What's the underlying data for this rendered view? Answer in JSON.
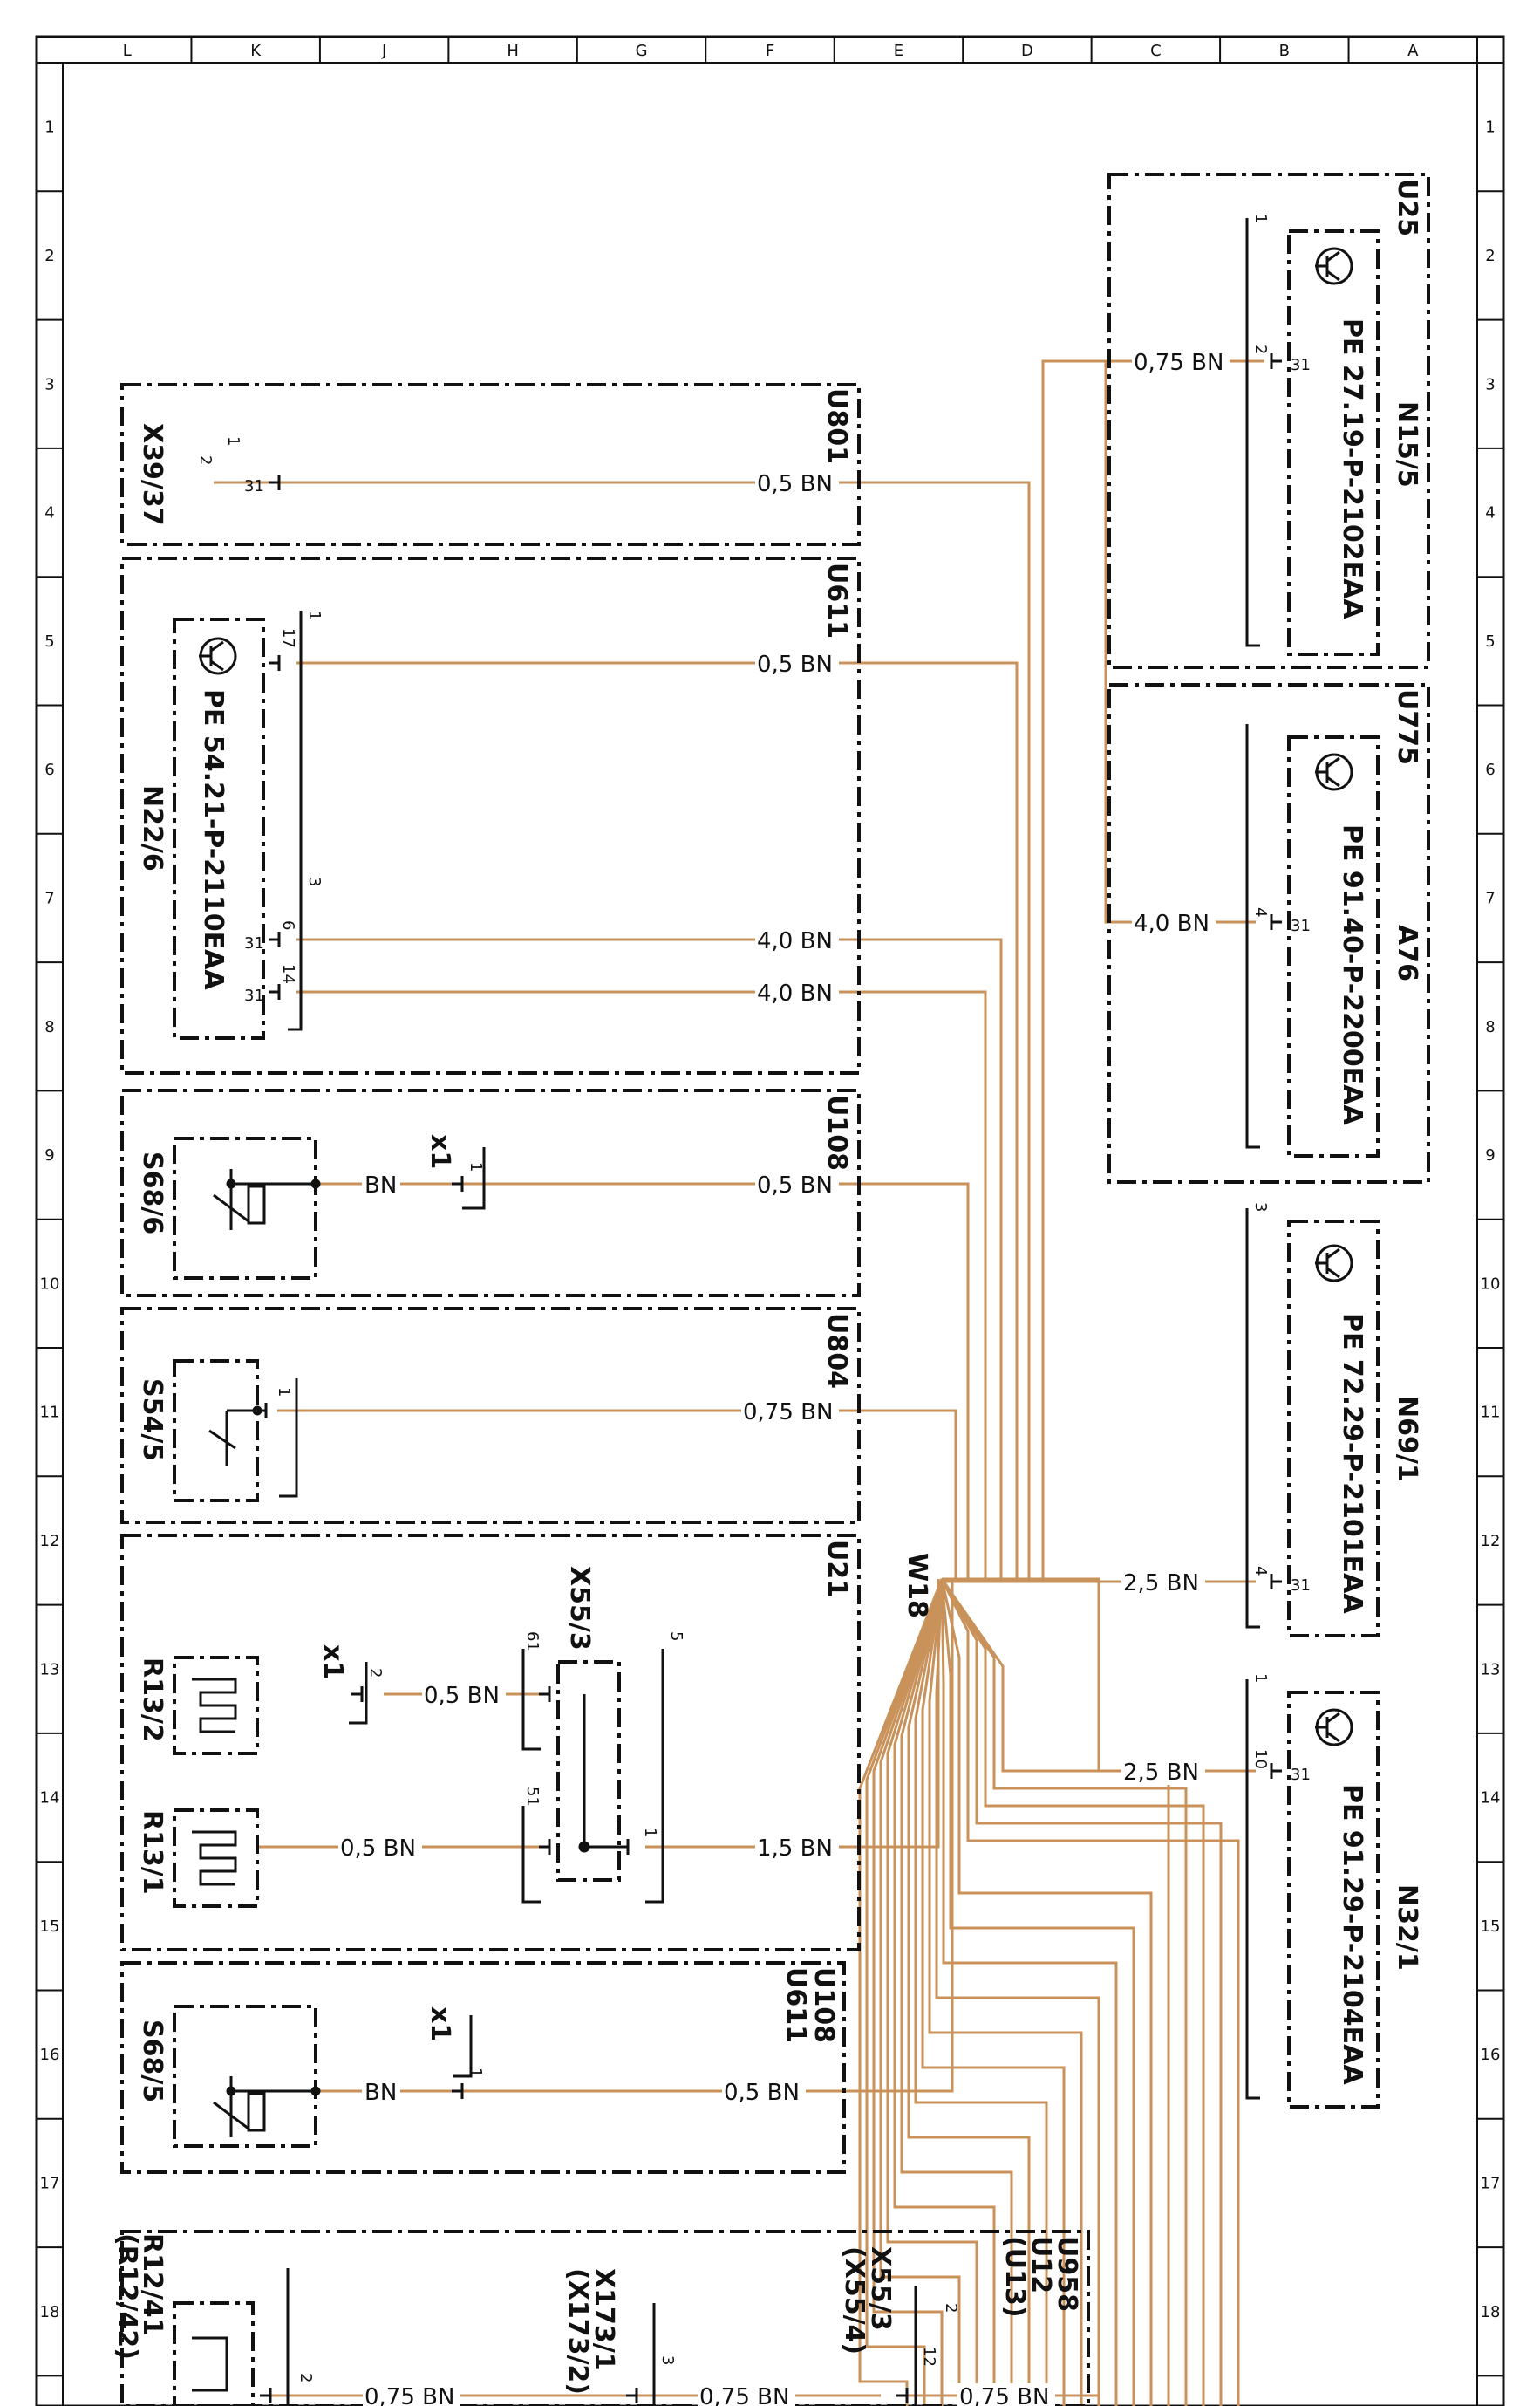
{
  "grid": {
    "columns": [
      "L",
      "K",
      "J",
      "H",
      "G",
      "F",
      "E",
      "D",
      "C",
      "B",
      "A"
    ],
    "rows": [
      "1",
      "2",
      "3",
      "4",
      "5",
      "6",
      "7",
      "8",
      "9",
      "10",
      "11",
      "12",
      "13",
      "14",
      "15",
      "16",
      "17",
      "18"
    ]
  },
  "harness": "W18",
  "blocks": {
    "U25": "U25",
    "U801": "U801",
    "U611": "U611",
    "U775": "U775",
    "U108": "U108",
    "U804": "U804",
    "U21": "U21",
    "U108_U611": [
      "U108",
      "U611"
    ],
    "U958": [
      "U958",
      "U12",
      "(U13)"
    ]
  },
  "components": {
    "N15_5": {
      "name": "N15/5",
      "ref": "PE 27.19-P-2102EAA"
    },
    "A76": {
      "name": "A76",
      "ref": "PE 91.40-P-2200EAA"
    },
    "N69_1": {
      "name": "N69/1",
      "ref": "PE 72.29-P-2101EAA"
    },
    "N32_1": {
      "name": "N32/1",
      "ref": "PE 91.29-P-2104EAA"
    },
    "N22_6": {
      "name": "N22/6",
      "ref": "PE 54.21-P-2110EAA"
    },
    "X39_37": "X39/37",
    "S68_6": "S68/6",
    "S54_5": "S54/5",
    "R13_2": "R13/2",
    "R13_1": "R13/1",
    "S68_5": "S68/5",
    "X55_3": "X55/3",
    "R12_41": [
      "R12/41",
      "(R12/42)"
    ],
    "X173_1": [
      "X173/1",
      "(X173/2)"
    ],
    "X55_3b": [
      "X55/3",
      "(X55/4)"
    ],
    "x1": "x1"
  },
  "wires": {
    "n15": "0,75 BN",
    "x39": "0,5 BN",
    "n22a": "0,5 BN",
    "n22b": "4,0 BN",
    "n22c": "4,0 BN",
    "a76": "4,0 BN",
    "s68_6": "0,5 BN",
    "s68_6_bn": "BN",
    "s54": "0,75 BN",
    "n69": "2,5 BN",
    "n32": "2,5 BN",
    "r13_2": "0,5 BN",
    "r13_1": "0,5 BN",
    "x55": "1,5 BN",
    "s68_5": "0,5 BN",
    "s68_5_bn": "BN",
    "r12a": "0,75 BN",
    "r12b": "0,75 BN",
    "r12c": "0,75 BN"
  },
  "pins": {
    "p31": "31",
    "n15_conn": "1",
    "n15_pin": "2",
    "x39_conn": "1",
    "x39_pin": "2",
    "n22_c1": "1",
    "n22_p1": "17",
    "n22_c3": "3",
    "n22_p6": "6",
    "n22_p14": "14",
    "a76_pin": "4",
    "x1_pin": "1",
    "x1_pin2": "2",
    "n69_c": "3",
    "n69_pin": "4",
    "n32_c": "1",
    "n32_pin": "10",
    "x55_61": "61",
    "x55_51": "51",
    "x55_5": "5",
    "x55_1": "1",
    "s54_pin": "1",
    "r12_2": "2",
    "x173_3": "3",
    "x55b_12": "12",
    "x55b_2": "2"
  }
}
